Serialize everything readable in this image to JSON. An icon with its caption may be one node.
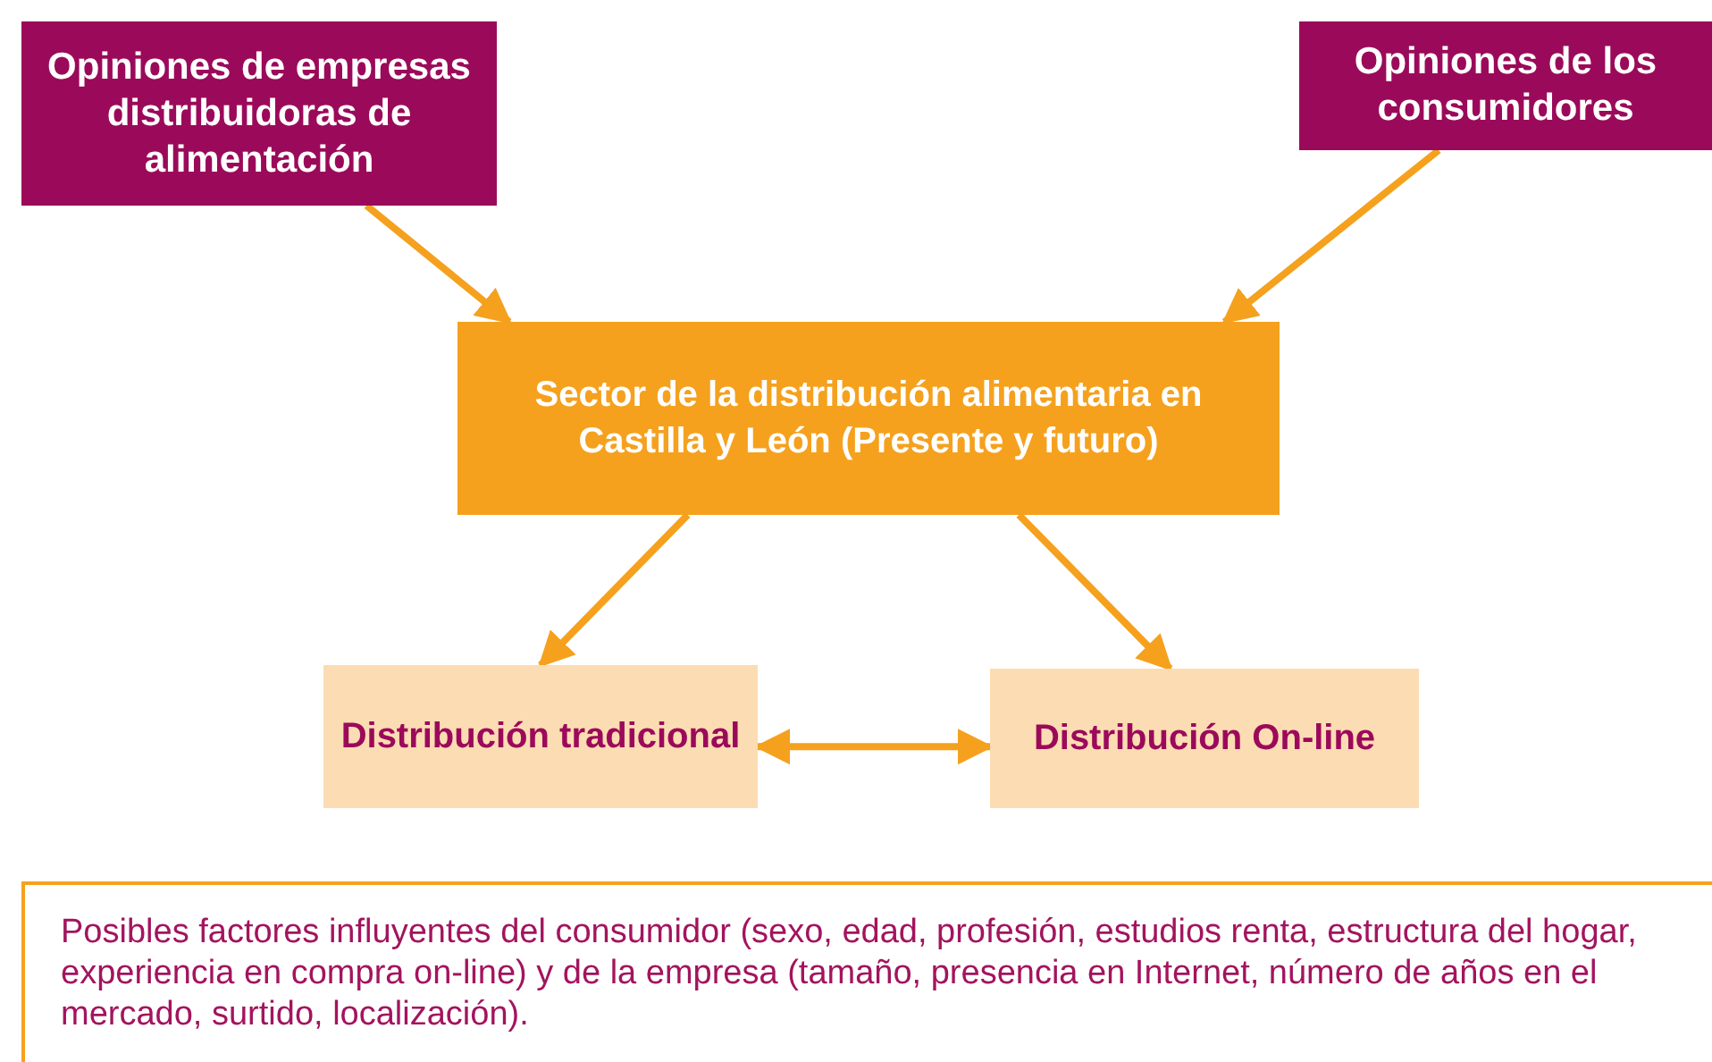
{
  "diagram": {
    "nodes": [
      {
        "text": [
          "Opiniones de empresas distribuidoras de alimentación"
        ]
      },
      {
        "text": [
          "Opiniones de los consumidores"
        ]
      },
      {
        "text": [
          "Sector de la distribución alimentaria en Castilla y León (Presente y futuro)"
        ]
      },
      {
        "text": [
          "Distribución tradicional"
        ]
      },
      {
        "text": [
          "Distribución On-line"
        ]
      },
      {
        "text": [
          "Posibles factores influyentes del consumidor (sexo, edad, profesión, estudios renta, estructura del hogar, experiencia en compra on-line) y de la empresa (tamaño, presencia en Internet, número de años en el mercado, surtido, localización)."
        ]
      }
    ],
    "edges": [
      {
        "from": 0,
        "to": 2,
        "arrow": "to"
      },
      {
        "from": 1,
        "to": 2,
        "arrow": "to"
      },
      {
        "from": 2,
        "to": 3,
        "arrow": "to"
      },
      {
        "from": 2,
        "to": 4,
        "arrow": "to"
      },
      {
        "from": 3,
        "to": 4,
        "arrow": "both"
      }
    ]
  }
}
